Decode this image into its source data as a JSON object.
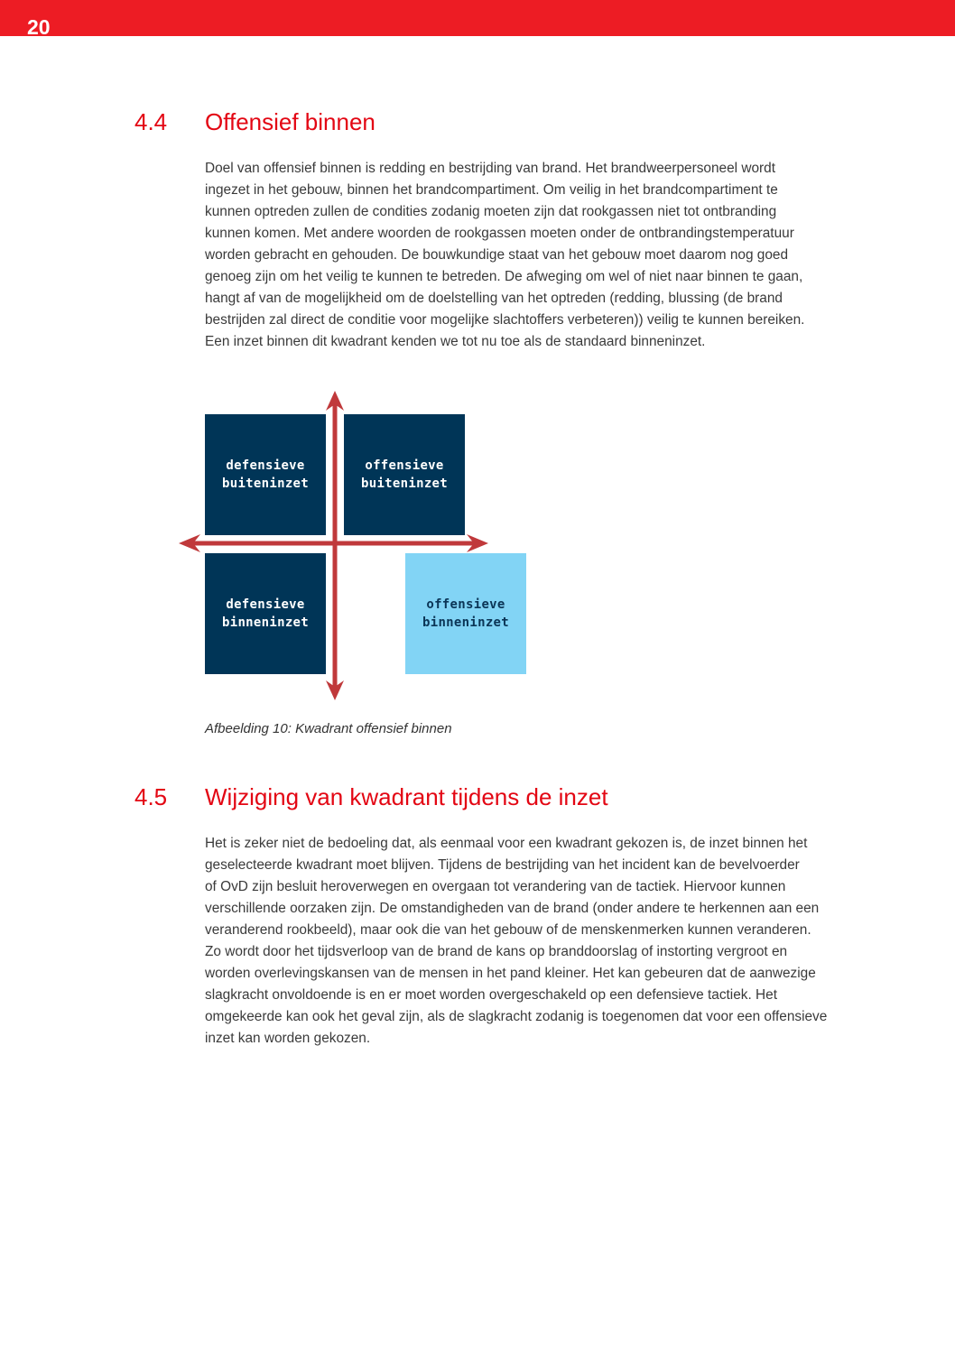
{
  "header": {
    "page_number": "20",
    "bar_color": "#ED1C24"
  },
  "sections": [
    {
      "number": "4.4",
      "title": "Offensief binnen",
      "paragraph_lines": [
        "Doel van offensief binnen is redding en bestrijding van brand. Het brandweerpersoneel wordt",
        "ingezet in het gebouw, binnen het brandcompartiment. Om veilig in het brandcompartiment te",
        "kunnen optreden zullen de condities zodanig moeten zijn dat rookgassen niet tot ontbranding",
        "kunnen komen. Met andere woorden de rookgassen moeten onder de ontbrandingstemperatuur",
        "worden gebracht en gehouden. De bouwkundige staat van het gebouw moet daarom nog goed",
        "genoeg zijn om het veilig te kunnen te betreden. De afweging om wel of niet naar binnen te gaan,",
        "hangt af van de mogelijkheid om de doelstelling van het optreden (redding, blussing (de brand",
        "bestrijden zal direct de conditie voor mogelijke slachtoffers verbeteren)) veilig te kunnen bereiken.",
        "Een inzet binnen dit kwadrant kenden we tot nu toe als de standaard binneninzet."
      ]
    },
    {
      "number": "4.5",
      "title": "Wijziging van kwadrant tijdens de inzet",
      "paragraph_lines": [
        "Het is zeker niet de bedoeling dat, als eenmaal voor een kwadrant gekozen is, de inzet binnen het",
        "geselecteerde kwadrant moet blijven. Tijdens de bestrijding van het incident kan de bevelvoerder",
        "of OvD zijn besluit heroverwegen en overgaan tot verandering van de tactiek. Hiervoor kunnen",
        "verschillende oorzaken zijn. De omstandigheden van de brand (onder andere te herkennen aan een",
        "veranderend rookbeeld), maar ook die van het gebouw of de menskenmerken kunnen veranderen.",
        "Zo wordt door het tijdsverloop van de brand de kans op branddoorslag of instorting vergroot en",
        "worden overlevingskansen van de mensen in het pand kleiner. Het kan gebeuren dat de aanwezige",
        "slagkracht onvoldoende is en er moet worden overgeschakeld op een defensieve tactiek. Het",
        "omgekeerde kan ook het geval zijn, als de slagkracht zodanig is toegenomen dat voor een offensieve",
        "inzet kan worden gekozen."
      ]
    }
  ],
  "figure": {
    "quadrants": {
      "top_left": {
        "line1": "defensieve",
        "line2": "buiteninzet",
        "color": "#003557"
      },
      "top_right": {
        "line1": "offensieve",
        "line2": "buiteninzet",
        "color": "#003557"
      },
      "bottom_left": {
        "line1": "defensieve",
        "line2": "binneninzet",
        "color": "#003557"
      },
      "bottom_right": {
        "line1": "offensieve",
        "line2": "binneninzet",
        "color": "#82D4F5",
        "highlighted": true
      }
    },
    "arrow_color": "#C0393B",
    "caption": "Afbeelding 10: Kwadrant offensief binnen"
  },
  "colors": {
    "heading": "#E30613",
    "body_text": "#3a3a3a"
  }
}
